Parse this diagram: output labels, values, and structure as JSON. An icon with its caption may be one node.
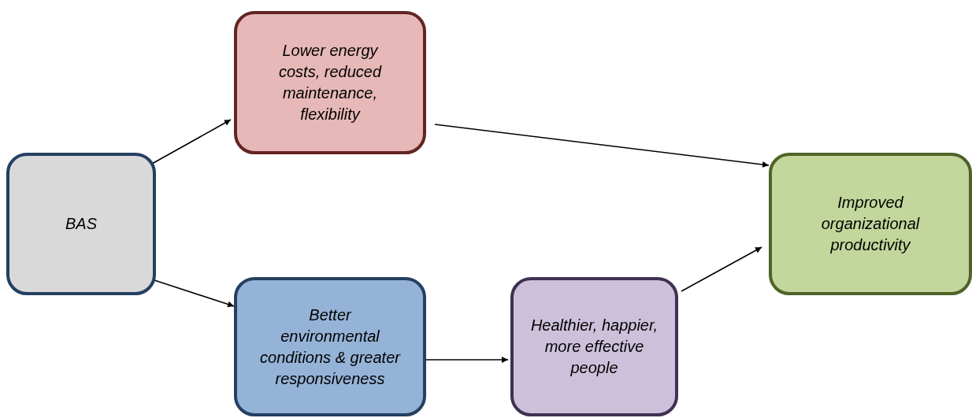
{
  "diagram": {
    "nodes": [
      {
        "text": [
          "BAS"
        ]
      },
      {
        "text": [
          "Lower energy costs, reduced maintenance, flexibility"
        ]
      },
      {
        "text": [
          "Better environmental conditions & greater responsiveness"
        ]
      },
      {
        "text": [
          "Healthier, happier, more effective people"
        ]
      },
      {
        "text": [
          "Improved organizational productivity"
        ]
      }
    ],
    "edges": [
      {
        "from": 0,
        "to": 1,
        "arrow": "to"
      },
      {
        "from": 0,
        "to": 2,
        "arrow": "to"
      },
      {
        "from": 1,
        "to": 4,
        "arrow": "to"
      },
      {
        "from": 2,
        "to": 3,
        "arrow": "to"
      },
      {
        "from": 3,
        "to": 4,
        "arrow": "to"
      }
    ]
  }
}
